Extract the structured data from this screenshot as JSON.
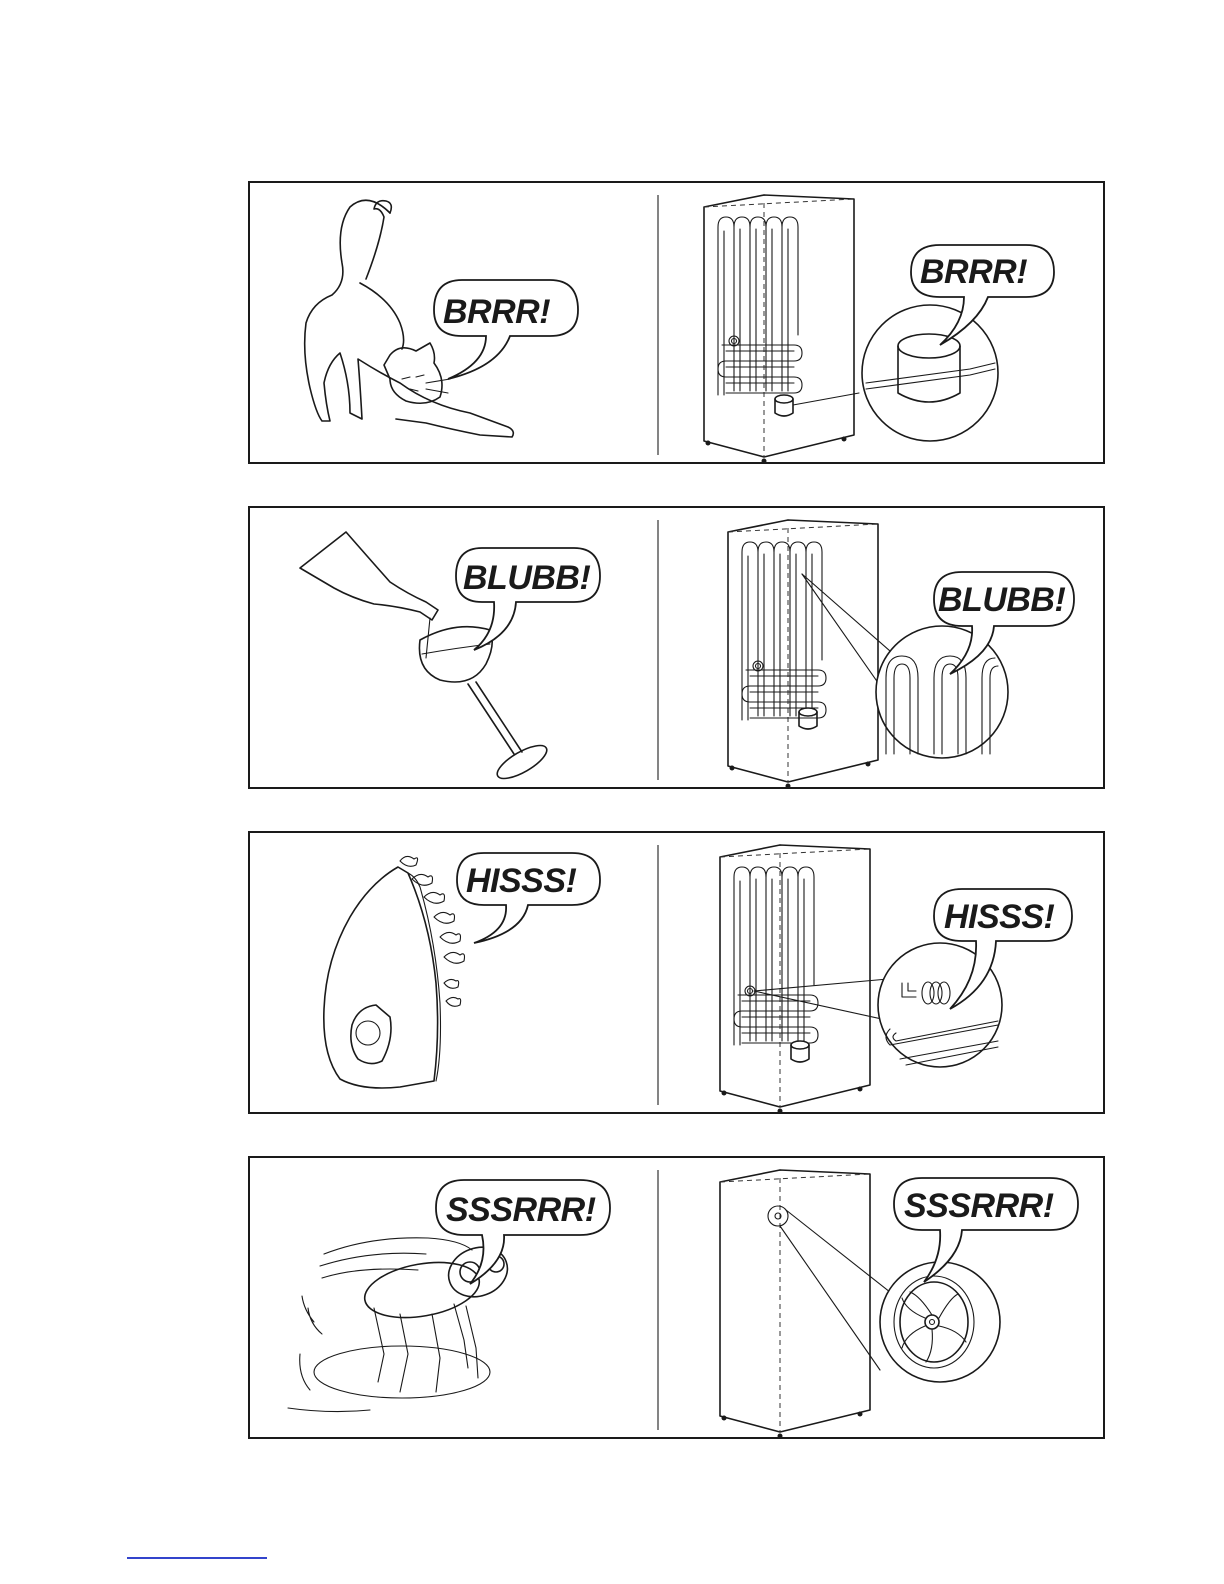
{
  "panels": [
    {
      "id": "brrr",
      "sound_left": "BRRR!",
      "sound_right": "BRRR!",
      "left_icon": "cat-icon",
      "right_icon": "compressor-icon"
    },
    {
      "id": "blubb",
      "sound_left": "BLUBB!",
      "sound_right": "BLUBB!",
      "left_icon": "wine-glass-icon",
      "right_icon": "refrigerant-tubes-icon"
    },
    {
      "id": "hisss",
      "sound_left": "HISSS!",
      "sound_right": "HISSS!",
      "left_icon": "steam-iron-icon",
      "right_icon": "expansion-coil-icon"
    },
    {
      "id": "sssrrr",
      "sound_left": "SSSRRR!",
      "sound_right": "SSSRRR!",
      "left_icon": "fly-icon",
      "right_icon": "fan-icon"
    }
  ]
}
